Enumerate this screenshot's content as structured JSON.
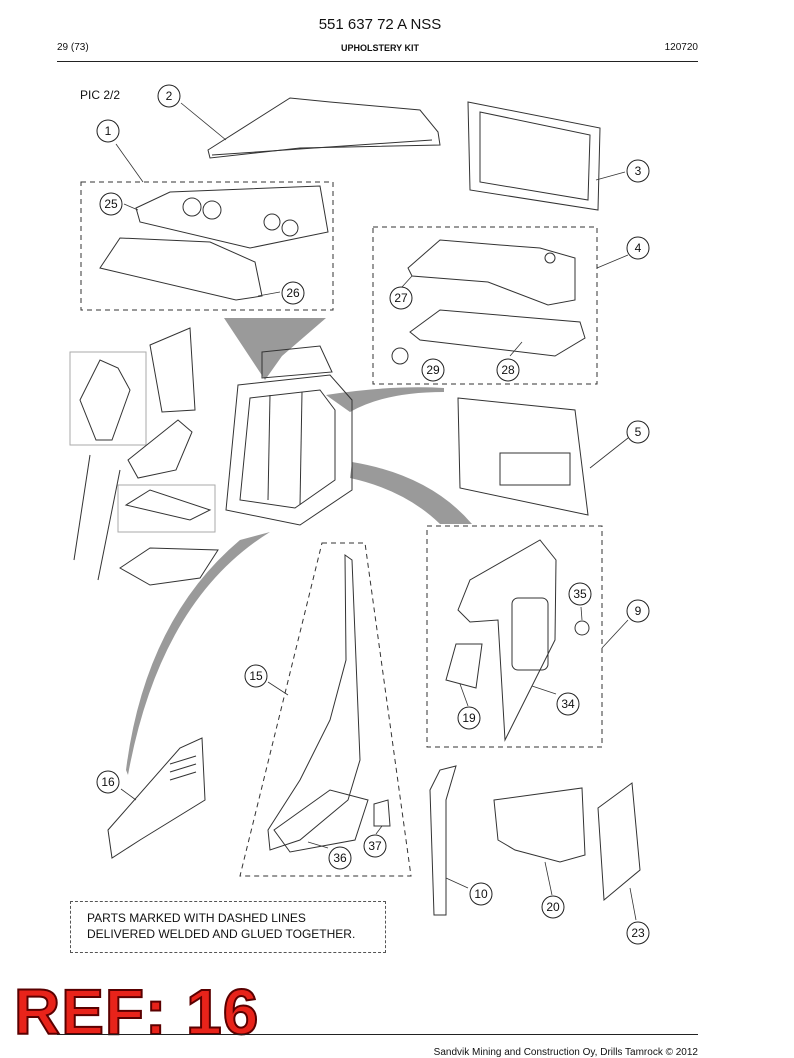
{
  "header": {
    "doc_number": "551 637 72 A NSS",
    "page": "29 (73)",
    "title": "UPHOLSTERY KIT",
    "date": "120720"
  },
  "picture_label": "PIC 2/2",
  "callouts": [
    "1",
    "2",
    "3",
    "4",
    "5",
    "9",
    "10",
    "15",
    "16",
    "19",
    "20",
    "23",
    "25",
    "26",
    "27",
    "28",
    "29",
    "34",
    "35",
    "36",
    "37"
  ],
  "note": {
    "line1": "PARTS MARKED WITH DASHED LINES",
    "line2": "DELIVERED WELDED AND GLUED TOGETHER."
  },
  "ref_mark": "REF: 16",
  "footer": {
    "copyright": "Sandvik Mining and Construction Oy, Drills Tamrock © 2012"
  }
}
